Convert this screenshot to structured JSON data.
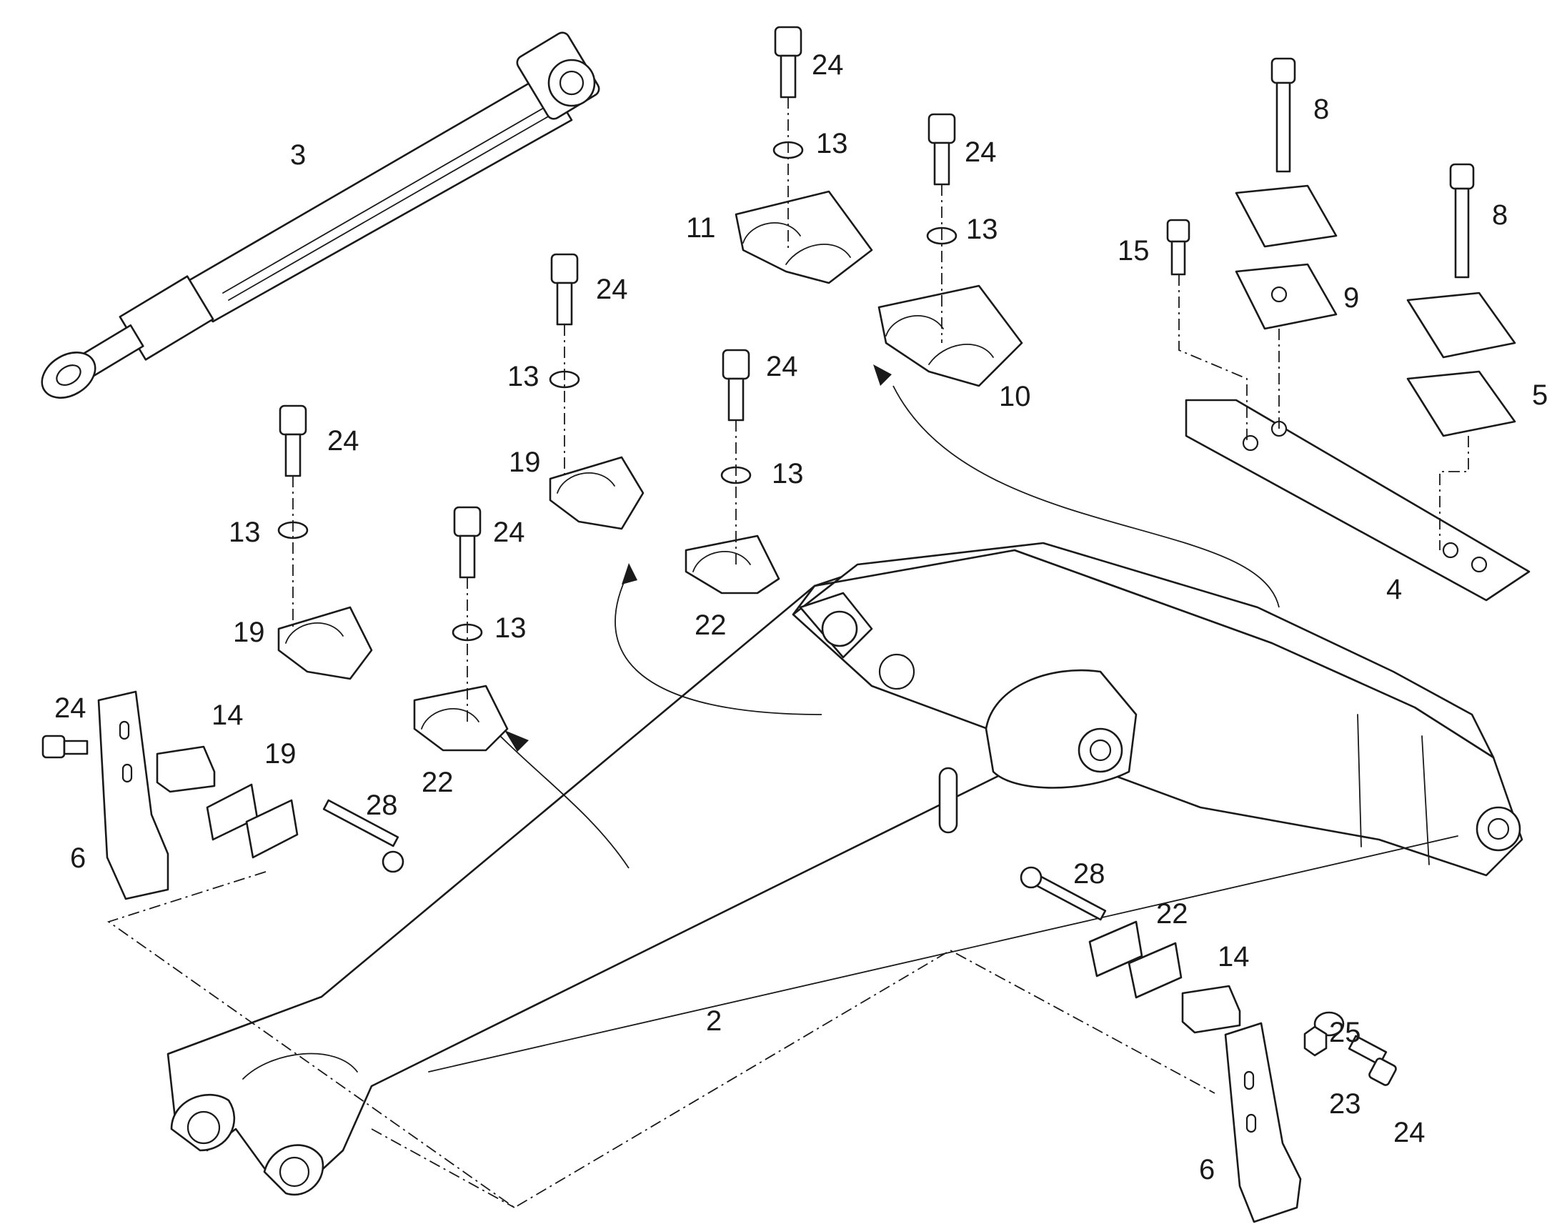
{
  "diagram": {
    "callouts": [
      {
        "id": "c3",
        "text": "3"
      },
      {
        "id": "c24a",
        "text": "24"
      },
      {
        "id": "c13a",
        "text": "13"
      },
      {
        "id": "c11",
        "text": "11"
      },
      {
        "id": "c24b",
        "text": "24"
      },
      {
        "id": "c13b",
        "text": "13"
      },
      {
        "id": "c10",
        "text": "10"
      },
      {
        "id": "c8a",
        "text": "8"
      },
      {
        "id": "c8b",
        "text": "8"
      },
      {
        "id": "c15",
        "text": "15"
      },
      {
        "id": "c9",
        "text": "9"
      },
      {
        "id": "c5",
        "text": "5"
      },
      {
        "id": "c4",
        "text": "4"
      },
      {
        "id": "c24c",
        "text": "24"
      },
      {
        "id": "c13c",
        "text": "13"
      },
      {
        "id": "c19a",
        "text": "19"
      },
      {
        "id": "c24d",
        "text": "24"
      },
      {
        "id": "c13d",
        "text": "13"
      },
      {
        "id": "c22a",
        "text": "22"
      },
      {
        "id": "c24e",
        "text": "24"
      },
      {
        "id": "c13e",
        "text": "13"
      },
      {
        "id": "c19b",
        "text": "19"
      },
      {
        "id": "c24f",
        "text": "24"
      },
      {
        "id": "c13f",
        "text": "13"
      },
      {
        "id": "c22b",
        "text": "22"
      },
      {
        "id": "c24g",
        "text": "24"
      },
      {
        "id": "c14a",
        "text": "14"
      },
      {
        "id": "c19c",
        "text": "19"
      },
      {
        "id": "c28a",
        "text": "28"
      },
      {
        "id": "c6a",
        "text": "6"
      },
      {
        "id": "c2",
        "text": "2"
      },
      {
        "id": "c28b",
        "text": "28"
      },
      {
        "id": "c22c",
        "text": "22"
      },
      {
        "id": "c14b",
        "text": "14"
      },
      {
        "id": "c25",
        "text": "25"
      },
      {
        "id": "c23",
        "text": "23"
      },
      {
        "id": "c24h",
        "text": "24"
      },
      {
        "id": "c6b",
        "text": "6"
      }
    ]
  }
}
